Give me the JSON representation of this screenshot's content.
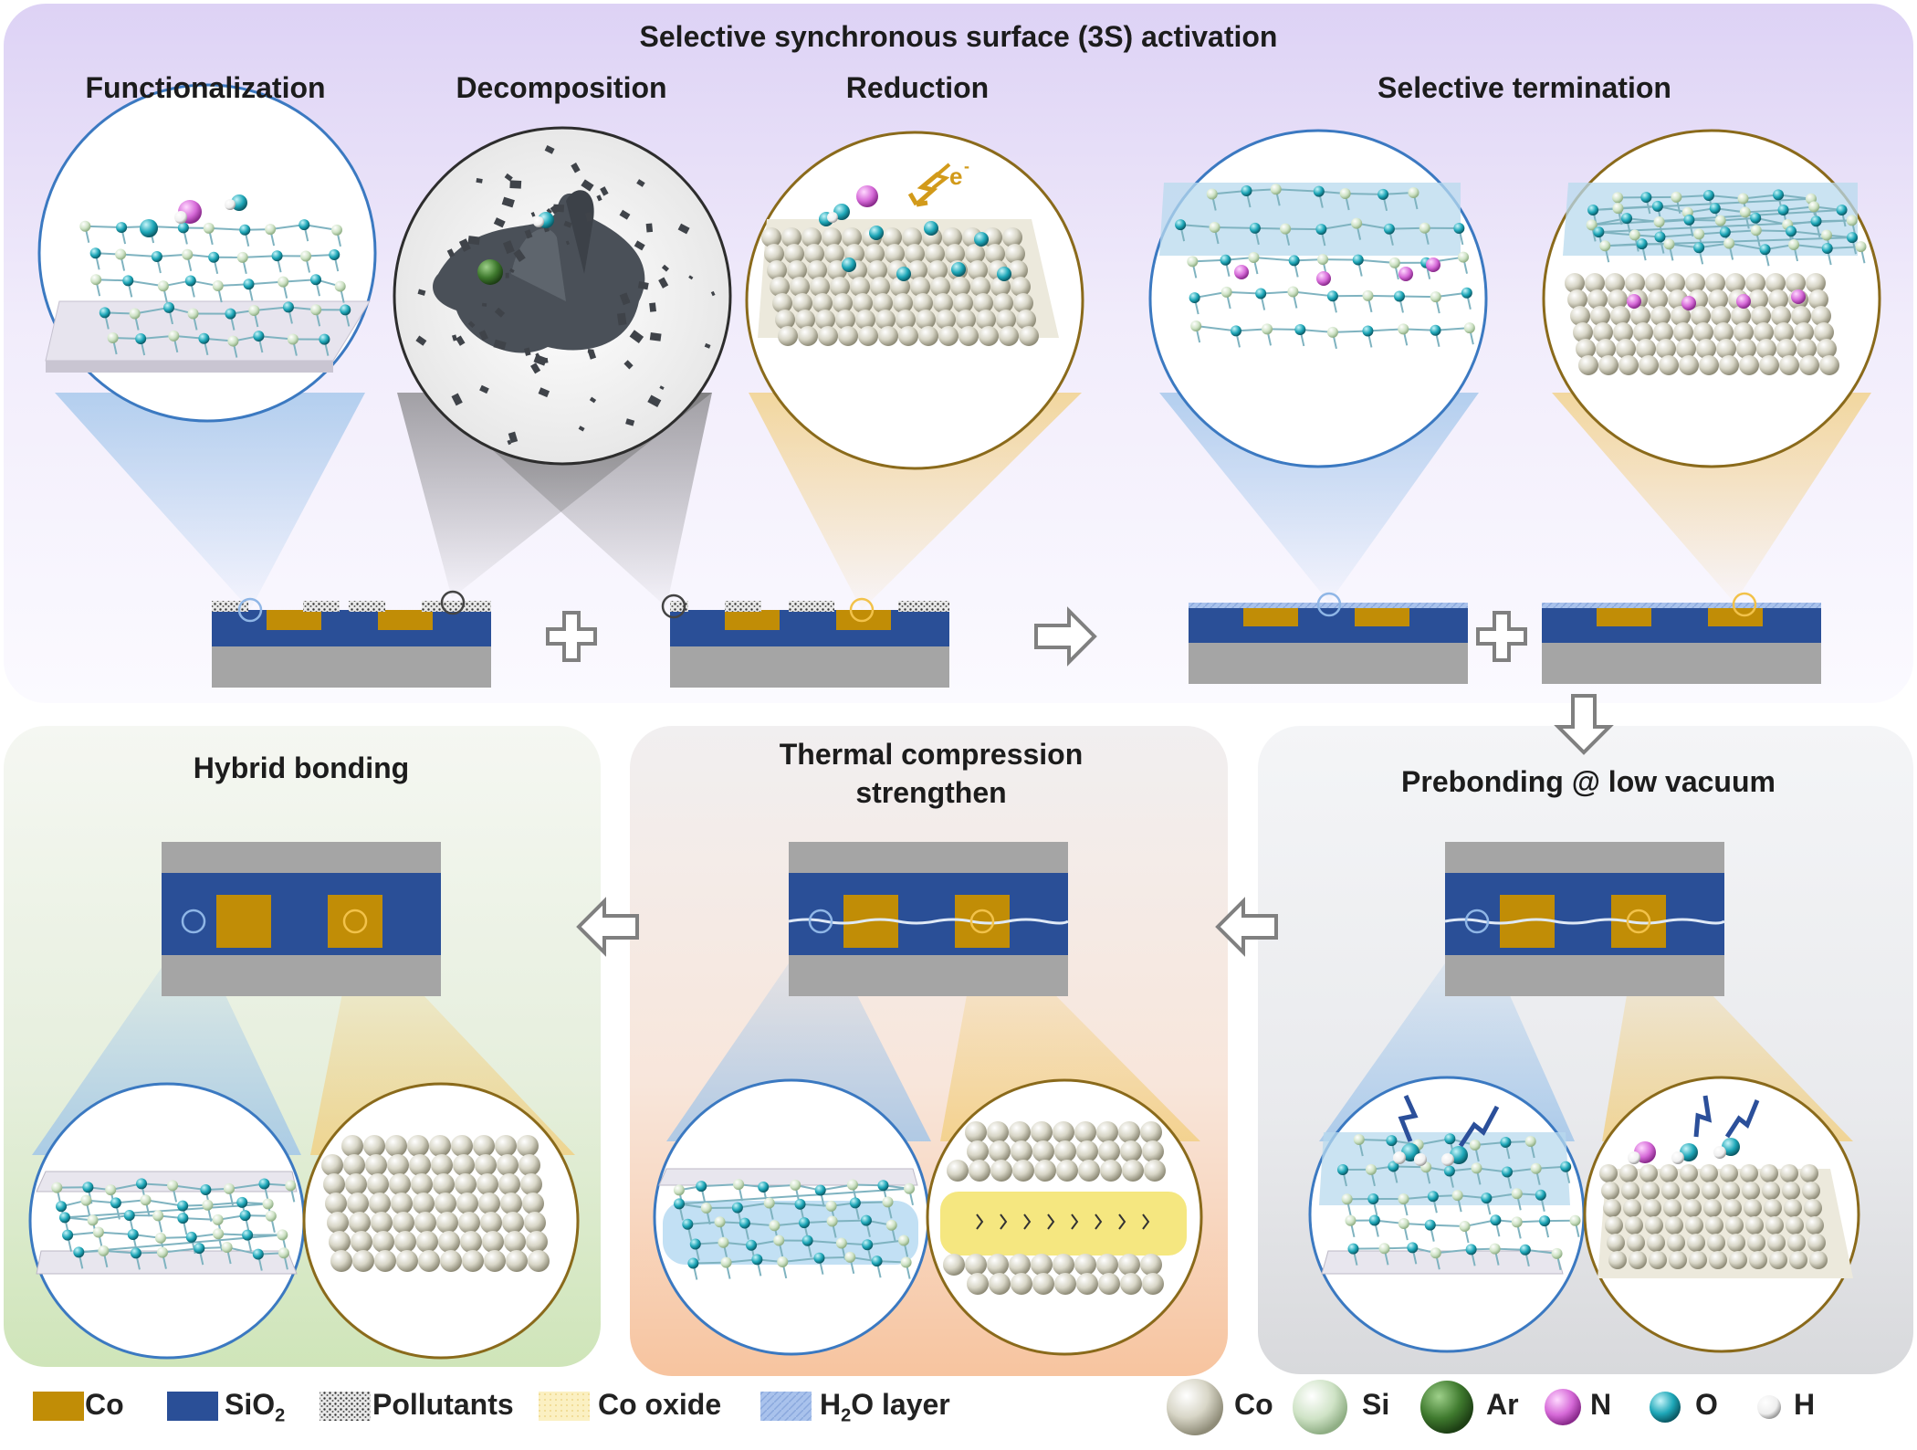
{
  "title_main": "Selective synchronous surface (3S) activation",
  "steps": {
    "functionalization": "Functionalization",
    "decomposition": "Decomposition",
    "reduction": "Reduction",
    "selective_termination": "Selective termination",
    "prebonding": "Prebonding @ low vacuum",
    "thermal_line1": "Thermal compression",
    "thermal_line2": "strengthen",
    "hybrid": "Hybrid bonding"
  },
  "electron_label": "e",
  "electron_sup": "-",
  "legend_materials": [
    {
      "name": "Co",
      "color": "#c18d06"
    },
    {
      "name": "SiO",
      "sub": "2",
      "color": "#2a4f97"
    },
    {
      "name": "Pollutants",
      "color": "#8c8c8c"
    },
    {
      "name": "Co oxide",
      "color": "#f8e7a0"
    },
    {
      "name": "H",
      "sub": "2",
      "tail": "O layer",
      "color": "#9db8e6"
    }
  ],
  "legend_atoms": [
    {
      "name": "Co",
      "color": "#c9c6b4"
    },
    {
      "name": "Si",
      "color": "#d4e6cc"
    },
    {
      "name": "Ar",
      "color": "#3f7a2e"
    },
    {
      "name": "N",
      "color": "#d66ad8"
    },
    {
      "name": "O",
      "color": "#1ea7b8"
    },
    {
      "name": "H",
      "color": "#f2f2f2"
    }
  ],
  "colors": {
    "co": "#c18d06",
    "sio2": "#2a4f97",
    "substrate": "#a5a5a5",
    "blue_ring": "#3b79c1",
    "gold_ring": "#8a6a1b",
    "arrow": "#808080"
  }
}
